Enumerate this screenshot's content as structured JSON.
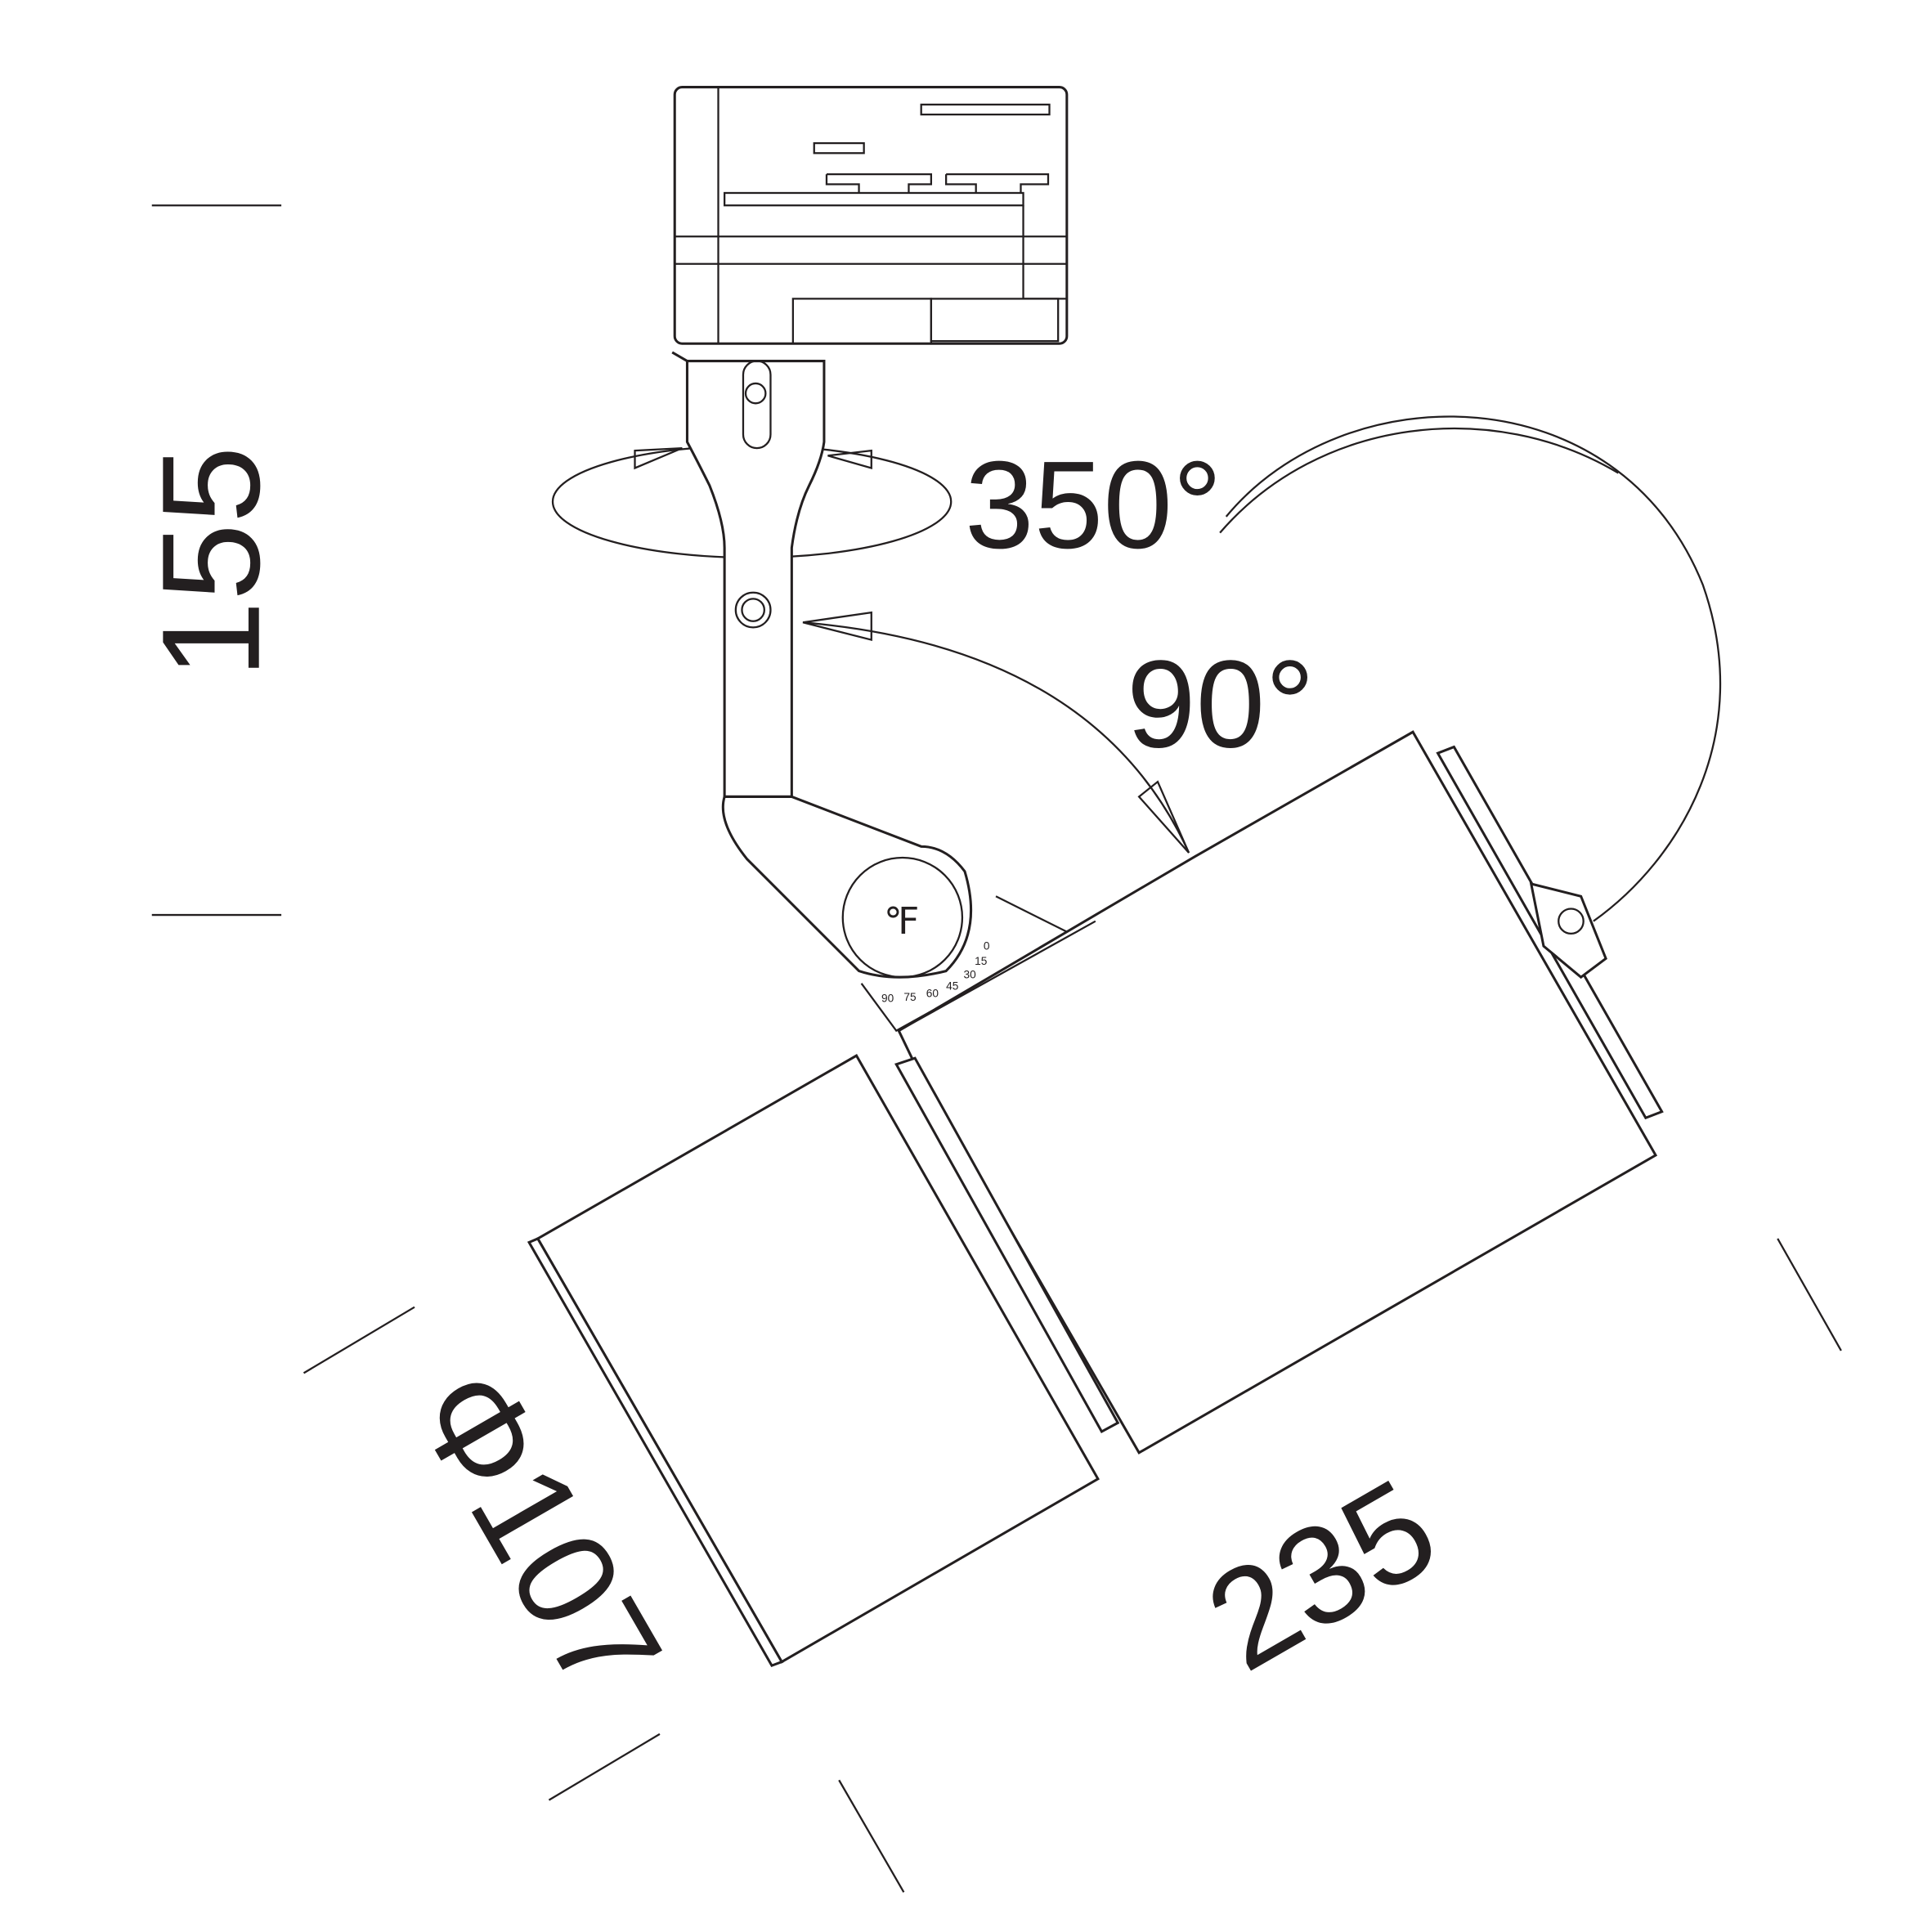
{
  "dimensions": {
    "height": "155",
    "diameter": "Φ107",
    "length": "235"
  },
  "angles": {
    "rotation": "350°",
    "tilt": "90°"
  },
  "tilt_scale": {
    "labels": [
      "90",
      "75",
      "60",
      "45",
      "30",
      "15",
      "0"
    ]
  },
  "colors": {
    "line": "#231f20",
    "background": "#ffffff"
  }
}
